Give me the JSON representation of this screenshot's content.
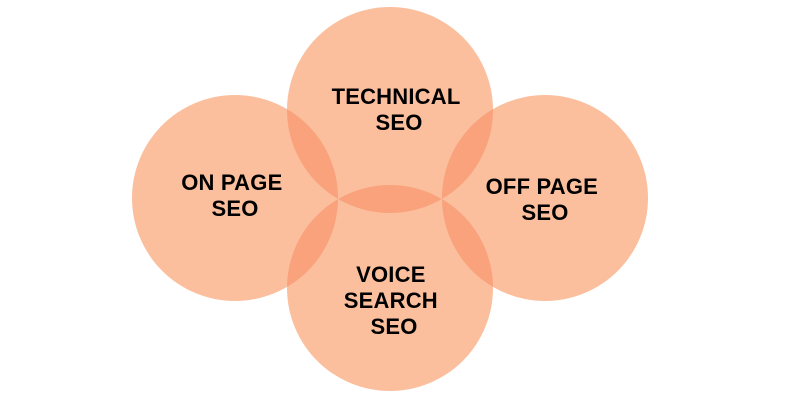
{
  "colors": {
    "circle_fill": "#fbbf9e",
    "overlap_fill": "#f9a27c",
    "text": "#000000",
    "background": "#ffffff"
  },
  "circles": [
    {
      "key": "technical",
      "label_lines": [
        "TECHNICAL",
        "SEO"
      ]
    },
    {
      "key": "on_page",
      "label_lines": [
        "ON PAGE",
        "SEO"
      ]
    },
    {
      "key": "off_page",
      "label_lines": [
        "OFF PAGE",
        "SEO"
      ]
    },
    {
      "key": "voice_search",
      "label_lines": [
        "VOICE",
        "SEARCH",
        "SEO"
      ]
    }
  ]
}
